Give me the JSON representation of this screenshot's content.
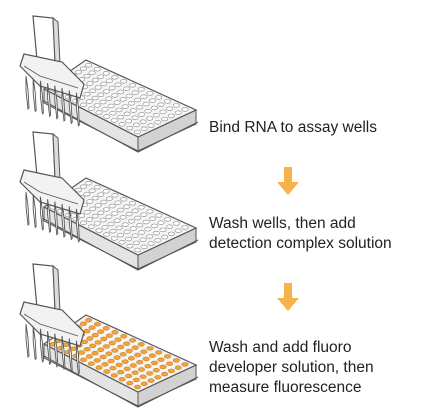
{
  "steps": [
    {
      "lines": [
        "Bind RNA to assay wells"
      ],
      "plate_fill": "empty"
    },
    {
      "lines": [
        "Wash wells, then add",
        "detection complex solution"
      ],
      "plate_fill": "empty"
    },
    {
      "lines": [
        "Wash and add fluoro",
        "developer solution, then",
        "measure fluorescence"
      ],
      "plate_fill": "orange"
    }
  ],
  "colors": {
    "arrow": "#f7b24a",
    "well_fill": "#f4a53a",
    "plate_outline": "#555555",
    "text": "#222222"
  },
  "icons": [
    "multichannel-pipette-icon",
    "microplate-icon",
    "down-arrow-icon"
  ]
}
